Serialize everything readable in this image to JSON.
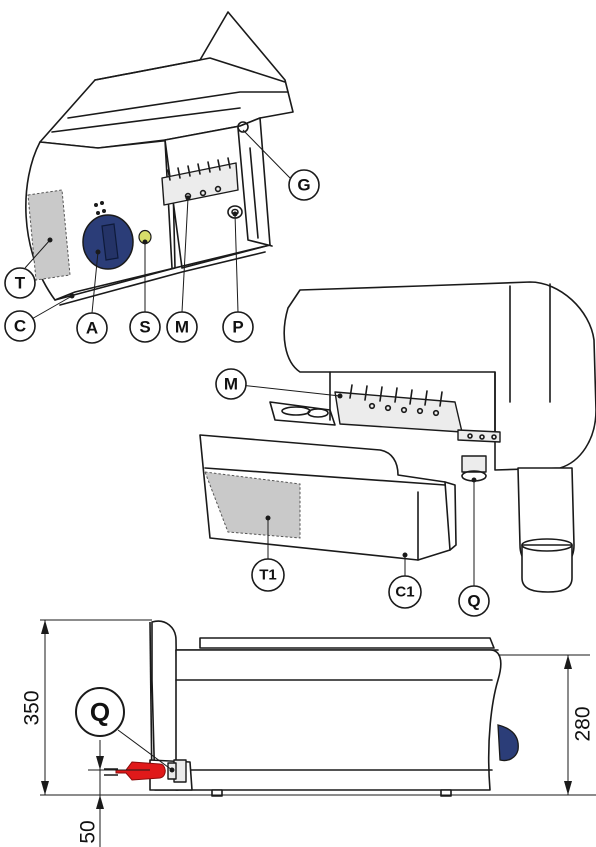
{
  "labels": {
    "G": "G",
    "T": "T",
    "C": "C",
    "A": "A",
    "S": "S",
    "M": "M",
    "P": "P",
    "M2": "M",
    "T1": "T1",
    "C1": "C1",
    "Q": "Q",
    "Q_large": "Q"
  },
  "dimensions": {
    "total_height": "350",
    "body_height": "280",
    "foot_height": "50"
  },
  "colors": {
    "knob": "#2b3d78",
    "indicator_lamp": "#d8de6a",
    "plug": "#e0191a",
    "data_plate": "#c9c9c9"
  }
}
